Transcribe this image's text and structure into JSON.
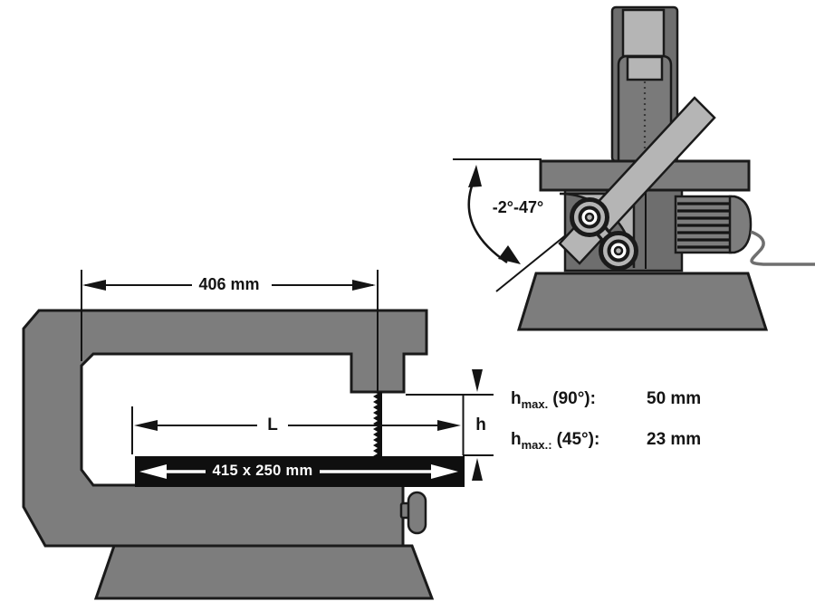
{
  "front_view": {
    "throat_width": "406 mm",
    "table_length_label": "L",
    "table_size": "415 x 250 mm",
    "cut_height_label": "h"
  },
  "side_view": {
    "tilt_range": "-2°-47°"
  },
  "specs": [
    {
      "symbol": "h",
      "subscript": "max.",
      "condition": "(90°):",
      "value": "50 mm"
    },
    {
      "symbol": "h",
      "subscript": "max.:",
      "condition": "(45°):",
      "value": "23 mm"
    }
  ],
  "colors": {
    "machine_gray": "#7d7d7d",
    "dark_gray": "#6e6e6e",
    "light_gray": "#b5b5b5",
    "outline": "#1a1a1a",
    "table_black": "#0f0f0f"
  }
}
